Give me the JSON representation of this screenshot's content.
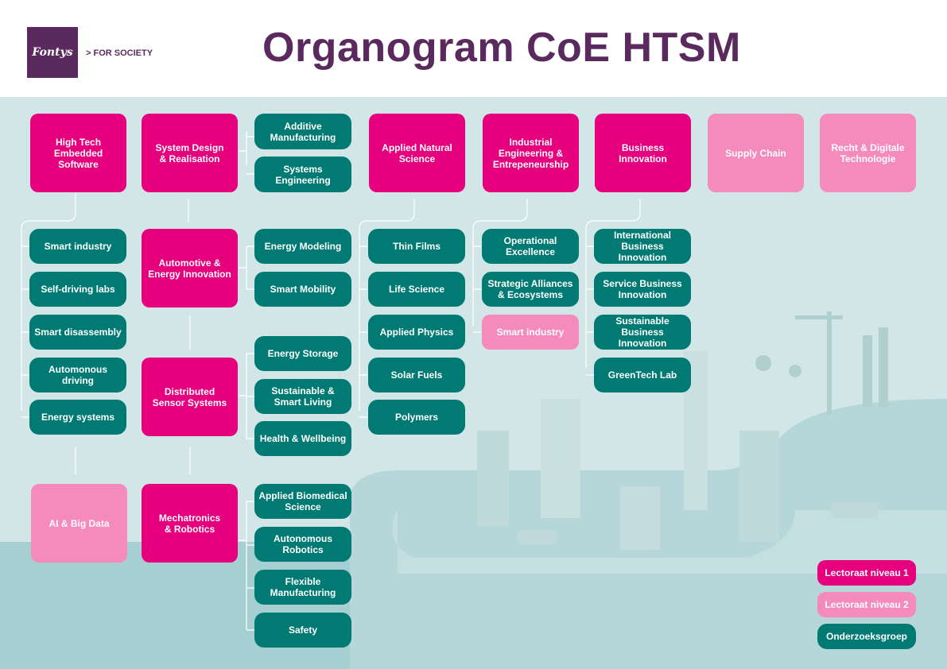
{
  "header": {
    "logo_text": "Fontys",
    "tagline": "> FOR SOCIETY",
    "title": "Organogram CoE HTSM"
  },
  "colors": {
    "lectoraat_niveau_1": "#e6007e",
    "lectoraat_niveau_2": "#f58bbd",
    "onderzoeksgroep": "#007a73",
    "title": "#5a2a5e",
    "background": "#a6cfd1"
  },
  "columns": {
    "col1": {
      "top": "High Tech\nEmbedded\nSoftware",
      "groups": [
        "Smart industry",
        "Self-driving labs",
        "Smart disassembly",
        "Automonous driving",
        "Energy systems"
      ],
      "bottom": "AI & Big Data"
    },
    "col2": {
      "boxes": [
        "System Design\n& Realisation",
        "Automotive &\nEnergy Innovation",
        "Distributed\nSensor Systems",
        "Mechatronics\n& Robotics"
      ]
    },
    "col3": {
      "system_design": [
        "Additive\nManufacturing",
        "Systems\nEngineering"
      ],
      "automotive": [
        "Energy Modeling",
        "Smart Mobility"
      ],
      "sensor": [
        "Energy Storage",
        "Sustainable &\nSmart Living",
        "Health & Wellbeing"
      ],
      "mechatronics": [
        "Applied Biomedical\nScience",
        "Autonomous\nRobotics",
        "Flexible\nManufacturing",
        "Safety"
      ]
    },
    "col4": {
      "top": "Applied Natural\nScience",
      "groups": [
        "Thin Films",
        "Life Science",
        "Applied Physics",
        "Solar Fuels",
        "Polymers"
      ]
    },
    "col5": {
      "top": "Industrial\nEngineering &\nEntrepeneurship",
      "groups": [
        "Operational\nExcellence",
        "Strategic Alliances\n& Ecosystems"
      ],
      "sub_lectoraat": "Smart industry"
    },
    "col6": {
      "top": "Business\nInnovation",
      "groups": [
        "International\nBusiness Innovation",
        "Service Business\nInnovation",
        "Sustainable\nBusiness Innovation",
        "GreenTech Lab"
      ]
    },
    "col7": {
      "top": "Supply Chain"
    },
    "col8": {
      "top": "Recht & Digitale\nTechnologie"
    }
  },
  "legend": {
    "level1": "Lectoraat niveau 1",
    "level2": "Lectoraat niveau 2",
    "group": "Onderzoeksgroep"
  }
}
